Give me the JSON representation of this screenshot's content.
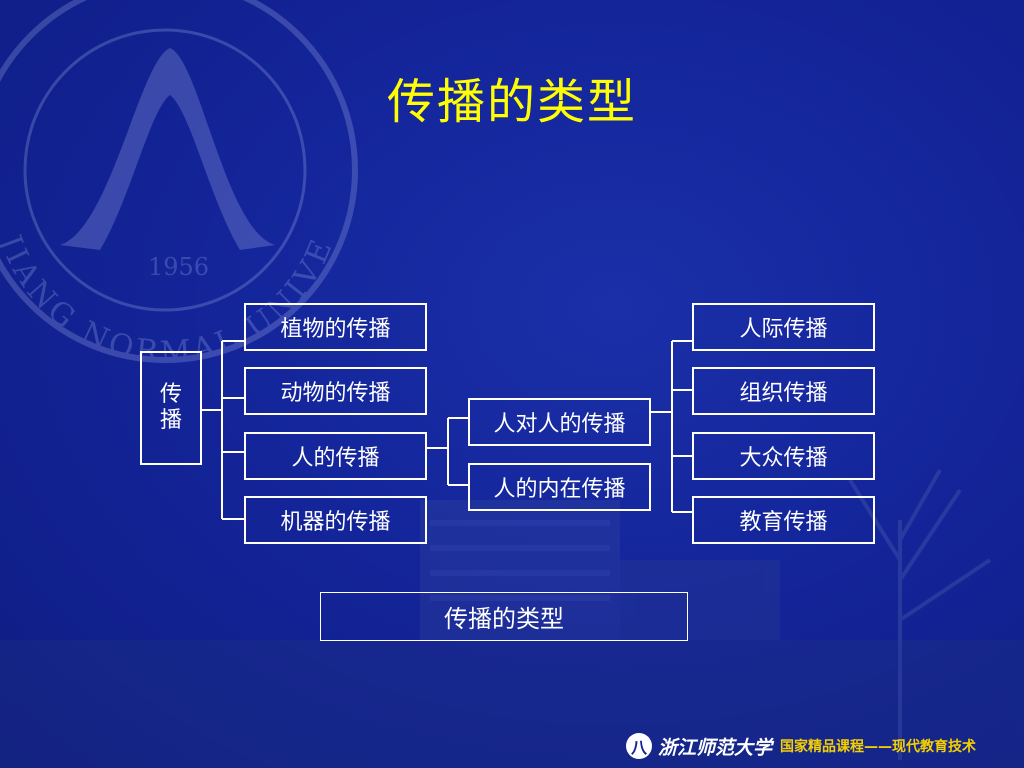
{
  "slide": {
    "title": "传播的类型",
    "caption": "传播的类型"
  },
  "diagram": {
    "root": "传播",
    "categories": [
      "植物的传播",
      "动物的传播",
      "人的传播",
      "机器的传播"
    ],
    "human_types": [
      "人对人的传播",
      "人的内在传播"
    ],
    "interpersonal_types": [
      "人际传播",
      "组织传播",
      "大众传播",
      "教育传播"
    ]
  },
  "watermark": {
    "year": "1956",
    "arc_text": "JIANG NORMAL UNIVERSITY"
  },
  "footer": {
    "emblem": "八",
    "university": "浙江师范大学",
    "course": "国家精品课程——现代教育技术"
  },
  "colors": {
    "background": "#14259a",
    "title": "#ffff00",
    "box_border": "#ffffff",
    "footer_course": "#f5d000"
  }
}
